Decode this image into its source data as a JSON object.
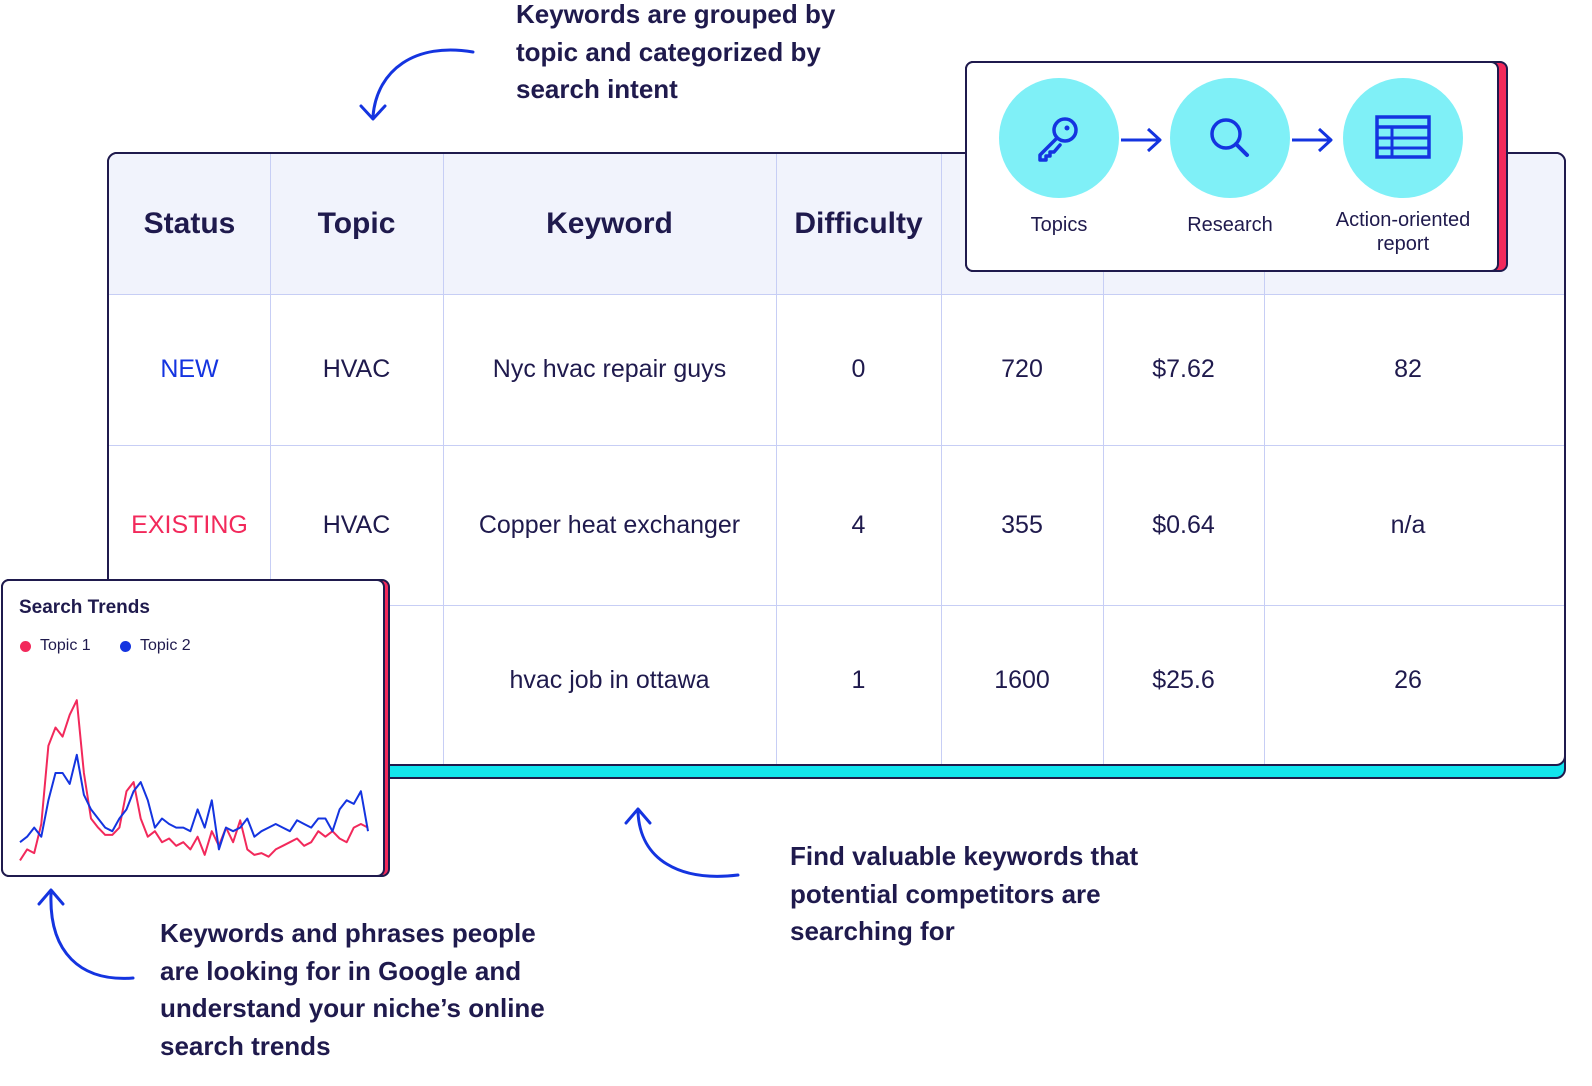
{
  "callouts": {
    "top": "Keywords are grouped by\ntopic and categorized by\nsearch intent",
    "middle": "Find valuable keywords that\npotential competitors are\nsearching for",
    "bottom": "Keywords and phrases people\nare looking for in Google and\nunderstand your niche’s online\nsearch trends"
  },
  "table": {
    "headers": [
      "Status",
      "Topic",
      "Keyword",
      "Difficulty",
      "",
      "",
      ""
    ],
    "rows": [
      {
        "status": "NEW",
        "topic": "HVAC",
        "keyword": "Nyc hvac repair guys",
        "difficulty": "0",
        "col5": "720",
        "col6": "$7.62",
        "col7": "82"
      },
      {
        "status": "EXISTING",
        "topic": "HVAC",
        "keyword": "Copper heat exchanger",
        "difficulty": "4",
        "col5": "355",
        "col6": "$0.64",
        "col7": "n/a"
      },
      {
        "status": "",
        "topic": "",
        "keyword": "hvac job in ottawa",
        "difficulty": "1",
        "col5": "1600",
        "col6": "$25.6",
        "col7": "26"
      }
    ],
    "status_colors": {
      "NEW": "#1434e0",
      "EXISTING": "#f2295b"
    }
  },
  "flow": {
    "steps": [
      {
        "label": "Topics",
        "icon": "key-icon"
      },
      {
        "label": "Research",
        "icon": "search-icon"
      },
      {
        "label": "Action-oriented\nreport",
        "icon": "table-icon"
      }
    ]
  },
  "trends": {
    "title": "Search Trends",
    "legend": [
      {
        "name": "Topic 1",
        "color": "#f2295b"
      },
      {
        "name": "Topic 2",
        "color": "#1434e0"
      }
    ]
  },
  "chart_data": {
    "type": "line",
    "title": "Search Trends",
    "xlabel": "",
    "ylabel": "",
    "x": [
      0,
      1,
      2,
      3,
      4,
      5,
      6,
      7,
      8,
      9,
      10,
      11,
      12,
      13,
      14,
      15,
      16,
      17,
      18,
      19,
      20,
      21,
      22,
      23,
      24,
      25,
      26,
      27,
      28,
      29,
      30,
      31,
      32,
      33,
      34,
      35,
      36,
      37,
      38,
      39,
      40,
      41,
      42,
      43,
      44,
      45,
      46,
      47,
      48,
      49
    ],
    "ylim": [
      0,
      100
    ],
    "series": [
      {
        "name": "Topic 1",
        "color": "#f2295b",
        "values": [
          2,
          8,
          6,
          22,
          65,
          75,
          70,
          82,
          90,
          50,
          25,
          20,
          16,
          16,
          20,
          40,
          45,
          25,
          15,
          18,
          12,
          14,
          10,
          12,
          8,
          15,
          5,
          18,
          10,
          20,
          12,
          24,
          8,
          5,
          6,
          4,
          8,
          10,
          12,
          14,
          10,
          12,
          18,
          15,
          18,
          14,
          12,
          20,
          22,
          20
        ]
      },
      {
        "name": "Topic 2",
        "color": "#1434e0",
        "values": [
          12,
          15,
          20,
          15,
          35,
          50,
          50,
          44,
          60,
          38,
          30,
          25,
          20,
          18,
          25,
          30,
          40,
          45,
          35,
          20,
          25,
          22,
          20,
          20,
          18,
          30,
          20,
          35,
          8,
          20,
          18,
          20,
          25,
          15,
          18,
          20,
          22,
          20,
          18,
          24,
          22,
          20,
          25,
          25,
          18,
          30,
          35,
          33,
          40,
          18
        ]
      }
    ]
  }
}
